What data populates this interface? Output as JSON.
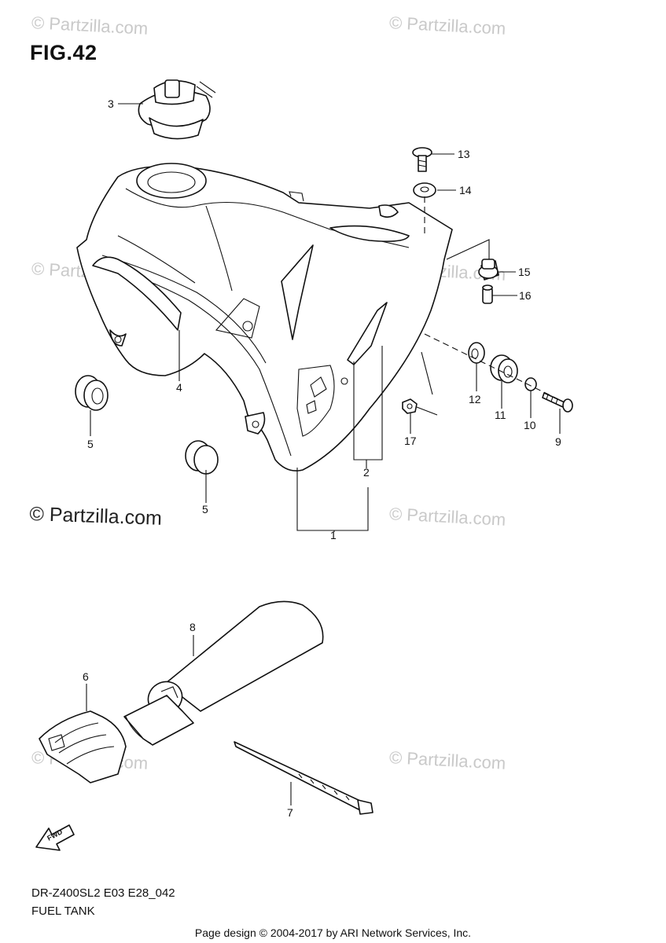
{
  "figure": {
    "title": "FIG.42"
  },
  "watermarks": {
    "text": "© Partzilla.com"
  },
  "copyright": {
    "text": "© Partzilla.com"
  },
  "callouts": {
    "p1": "1",
    "p2": "2",
    "p3": "3",
    "p4": "4",
    "p5a": "5",
    "p5b": "5",
    "p6": "6",
    "p7": "7",
    "p8": "8",
    "p9": "9",
    "p10": "10",
    "p11": "11",
    "p12": "12",
    "p13": "13",
    "p14": "14",
    "p15": "15",
    "p16": "16",
    "p17": "17"
  },
  "fwd_badge": {
    "text": "FWD"
  },
  "footer": {
    "model_code": "DR-Z400SL2 E03 E28_042",
    "section_name": "FUEL TANK",
    "page_design": "Page design © 2004-2017 by ARI Network Services, Inc."
  }
}
